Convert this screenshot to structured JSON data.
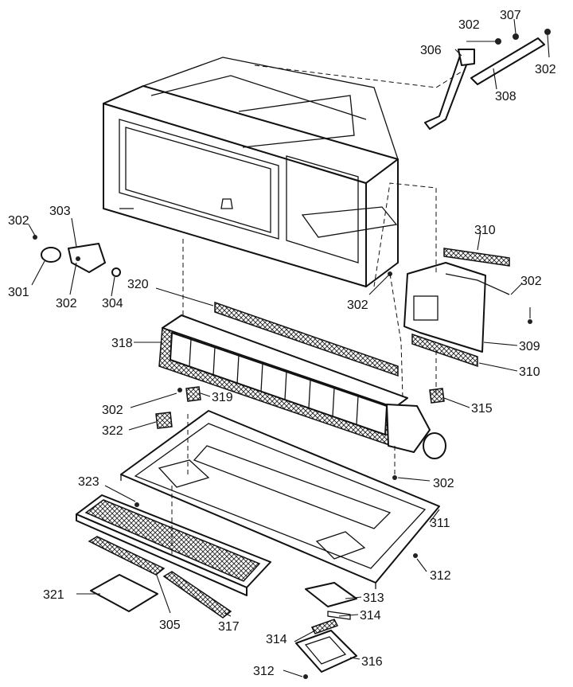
{
  "labels": {
    "l301": "301",
    "l302": "302",
    "l303": "303",
    "l304": "304",
    "l305": "305",
    "l306": "306",
    "l307": "307",
    "l308": "308",
    "l309": "309",
    "l310": "310",
    "l311": "311",
    "l312": "312",
    "l313": "313",
    "l314": "314",
    "l315": "315",
    "l316": "316",
    "l317": "317",
    "l318": "318",
    "l319": "319",
    "l320": "320",
    "l321": "321",
    "l322": "322",
    "l323": "323"
  }
}
